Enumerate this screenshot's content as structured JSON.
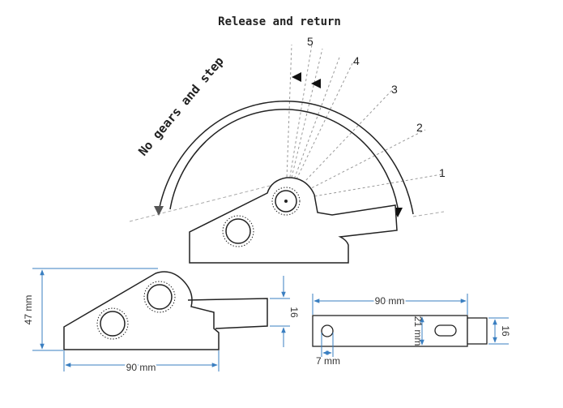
{
  "title": "Release and return",
  "arc_label": "No gears and step",
  "positions": [
    "1",
    "2",
    "3",
    "4",
    "5"
  ],
  "dimensions": {
    "side_height": "47 mm",
    "side_width": "90 mm",
    "lever_width_side": "16",
    "top_width": "90 mm",
    "top_height": "21 mm",
    "hole_offset": "7 mm",
    "lever_width_top": "16"
  },
  "colors": {
    "line": "#222222",
    "dashed": "#9a9a9a",
    "dimension": "#3a7fc1"
  }
}
